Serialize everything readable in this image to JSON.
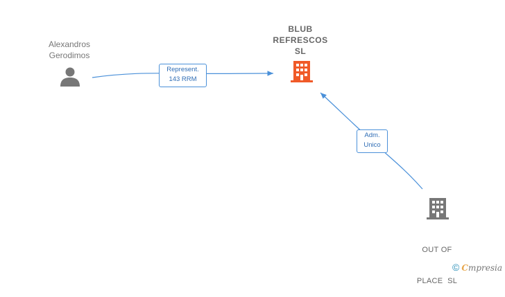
{
  "nodes": {
    "person": {
      "line1": "Alexandros",
      "line2": "Gerodimos",
      "icon": "person-icon"
    },
    "company_main": {
      "line1": "BLUB",
      "line2": "REFRESCOS",
      "line3": "SL",
      "icon": "building-icon",
      "color": "#f05a28"
    },
    "company_other": {
      "line1": "OUT OF",
      "line2": "PLACE  SL",
      "icon": "building-icon",
      "color": "#777777"
    }
  },
  "edges": [
    {
      "line1": "Represent.",
      "line2": "143 RRM"
    },
    {
      "line1": "Adm.",
      "line2": "Unico"
    }
  ],
  "colors": {
    "edge": "#4a90d9",
    "person": "#777777"
  },
  "watermark": {
    "copyright": "©",
    "brand_initial": "C",
    "brand_rest": "mpresia"
  }
}
